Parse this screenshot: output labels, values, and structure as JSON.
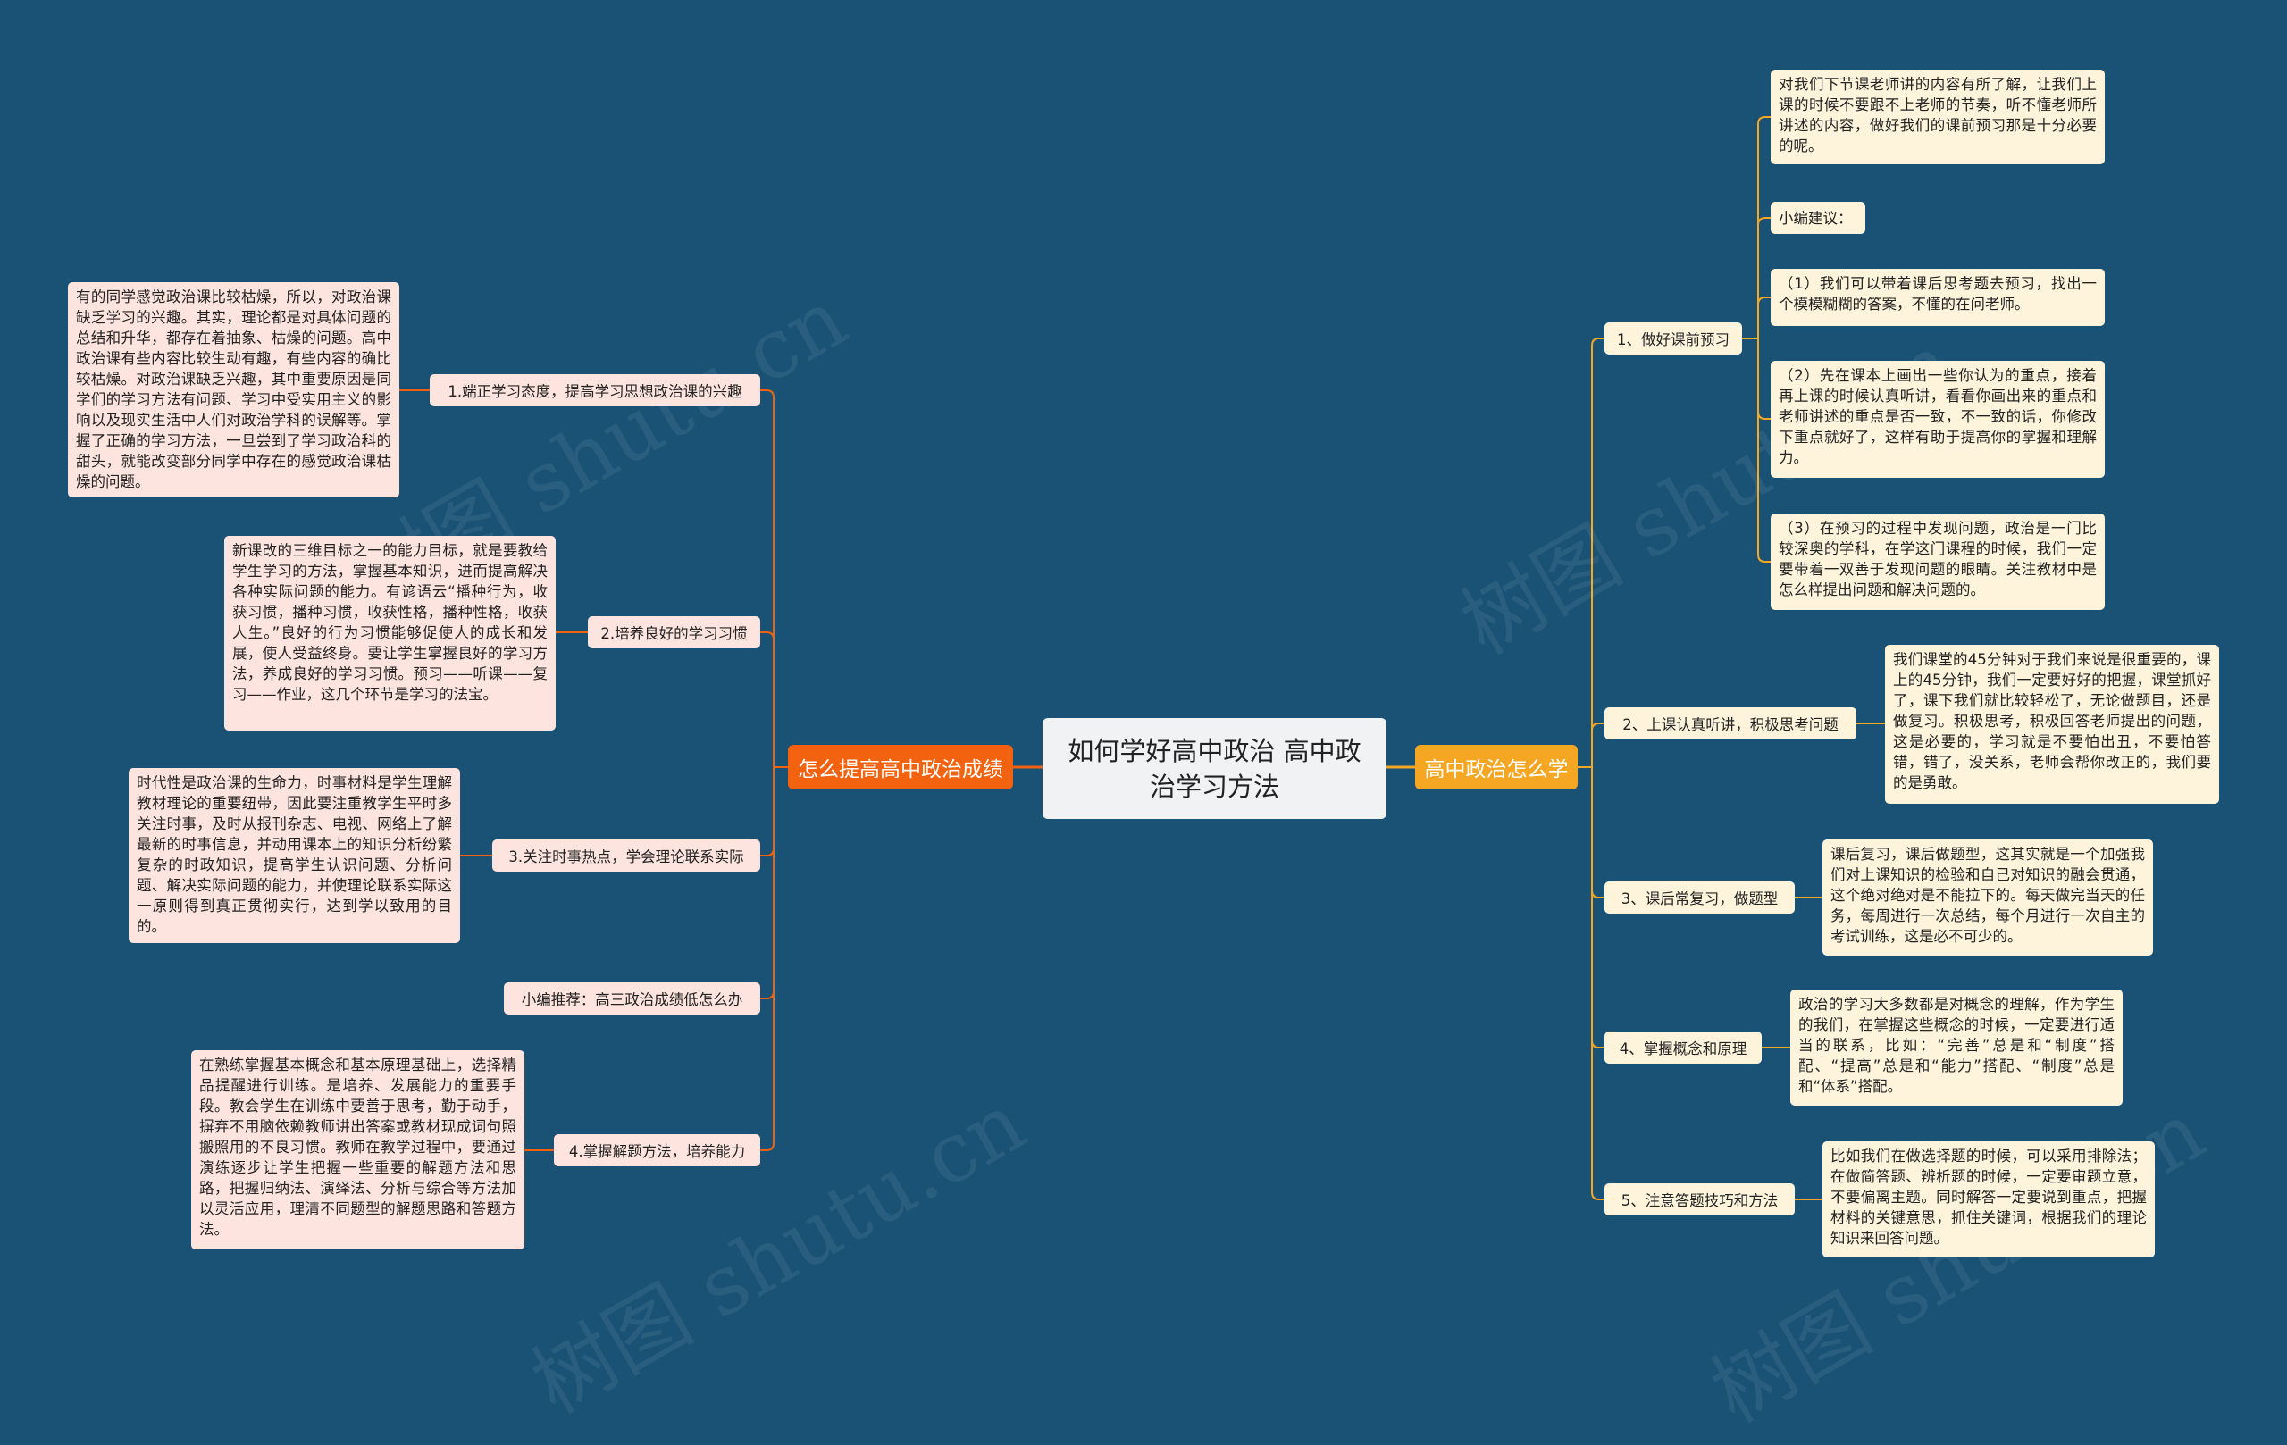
{
  "root": {
    "title": "如何学好高中政治 高中政治学习方法"
  },
  "left": {
    "title": "怎么提高高中政治成绩",
    "children": [
      {
        "label": "1.端正学习态度，提高学习思想政治课的兴趣",
        "text": "有的同学感觉政治课比较枯燥，所以，对政治课缺乏学习的兴趣。其实，理论都是对具体问题的总结和升华，都存在着抽象、枯燥的问题。高中政治课有些内容比较生动有趣，有些内容的确比较枯燥。对政治课缺乏兴趣，其中重要原因是同学们的学习方法有问题、学习中受实用主义的影响以及现实生活中人们对政治学科的误解等。掌握了正确的学习方法，一旦尝到了学习政治科的甜头，就能改变部分同学中存在的感觉政治课枯燥的问题。"
      },
      {
        "label": "2.培养良好的学习习惯",
        "text": "新课改的三维目标之一的能力目标，就是要教给学生学习的方法，掌握基本知识，进而提高解决各种实际问题的能力。有谚语云“播种行为，收获习惯，播种习惯，收获性格，播种性格，收获人生。”良好的行为习惯能够促使人的成长和发展，使人受益终身。要让学生掌握良好的学习方法，养成良好的学习习惯。预习——听课——复习——作业，这几个环节是学习的法宝。"
      },
      {
        "label": "3.关注时事热点，学会理论联系实际",
        "text": "时代性是政治课的生命力，时事材料是学生理解教材理论的重要纽带，因此要注重教学生平时多关注时事，及时从报刊杂志、电视、网络上了解最新的时事信息，并动用课本上的知识分析纷繁复杂的时政知识，提高学生认识问题、分析问题、解决实际问题的能力，并使理论联系实际这一原则得到真正贯彻实行，达到学以致用的目的。"
      },
      {
        "label": "小编推荐：高三政治成绩低怎么办",
        "text": ""
      },
      {
        "label": "4.掌握解题方法，培养能力",
        "text": "在熟练掌握基本概念和基本原理基础上，选择精品提醒进行训练。是培养、发展能力的重要手段。教会学生在训练中要善于思考，勤于动手，摒弃不用脑依赖教师讲出答案或教材现成词句照搬照用的不良习惯。教师在教学过程中，要通过演练逐步让学生把握一些重要的解题方法和思路，把握归纳法、演绎法、分析与综合等方法加以灵活应用，理清不同题型的解题思路和答题方法。"
      }
    ]
  },
  "right": {
    "title": "高中政治怎么学",
    "children": [
      {
        "label": "1、做好课前预习",
        "items": [
          "对我们下节课老师讲的内容有所了解，让我们上课的时候不要跟不上老师的节奏，听不懂老师所讲述的内容，做好我们的课前预习那是十分必要的呢。",
          "小编建议：",
          "（1）我们可以带着课后思考题去预习，找出一个模模糊糊的答案，不懂的在问老师。",
          "（2）先在课本上画出一些你认为的重点，接着再上课的时候认真听讲，看看你画出来的重点和老师讲述的重点是否一致，不一致的话，你修改下重点就好了，这样有助于提高你的掌握和理解力。",
          "（3）在预习的过程中发现问题，政治是一门比较深奥的学科，在学这门课程的时候，我们一定要带着一双善于发现问题的眼睛。关注教材中是怎么样提出问题和解决问题的。"
        ]
      },
      {
        "label": "2、上课认真听讲，积极思考问题",
        "items": [
          "我们课堂的45分钟对于我们来说是很重要的，课上的45分钟，我们一定要好好的把握，课堂抓好了，课下我们就比较轻松了，无论做题目，还是做复习。积极思考，积极回答老师提出的问题，这是必要的，学习就是不要怕出丑，不要怕答错，错了，没关系，老师会帮你改正的，我们要的是勇敢。"
        ]
      },
      {
        "label": "3、课后常复习，做题型",
        "items": [
          "课后复习，课后做题型，这其实就是一个加强我们对上课知识的检验和自己对知识的融会贯通，这个绝对绝对是不能拉下的。每天做完当天的任务，每周进行一次总结，每个月进行一次自主的考试训练，这是必不可少的。"
        ]
      },
      {
        "label": "4、掌握概念和原理",
        "items": [
          "政治的学习大多数都是对概念的理解，作为学生的我们，在掌握这些概念的时候，一定要进行适当的联系，比如：“完善”总是和“制度”搭配、“提高”总是和“能力”搭配、“制度”总是和“体系”搭配。"
        ]
      },
      {
        "label": "5、注意答题技巧和方法",
        "items": [
          "比如我们在做选择题的时候，可以采用排除法；在做简答题、辨析题的时候，一定要审题立意，不要偏离主题。同时解答一定要说到重点，把握材料的关键意思，抓住关键词，根据我们的理论知识来回答问题。"
        ]
      }
    ]
  },
  "watermark": "树图 shutu.cn",
  "colors": {
    "background": "#1a5276",
    "left_branch": "#f2620f",
    "right_branch": "#f5a623",
    "left_card": "#fde4de",
    "right_card": "#fef4dc"
  }
}
